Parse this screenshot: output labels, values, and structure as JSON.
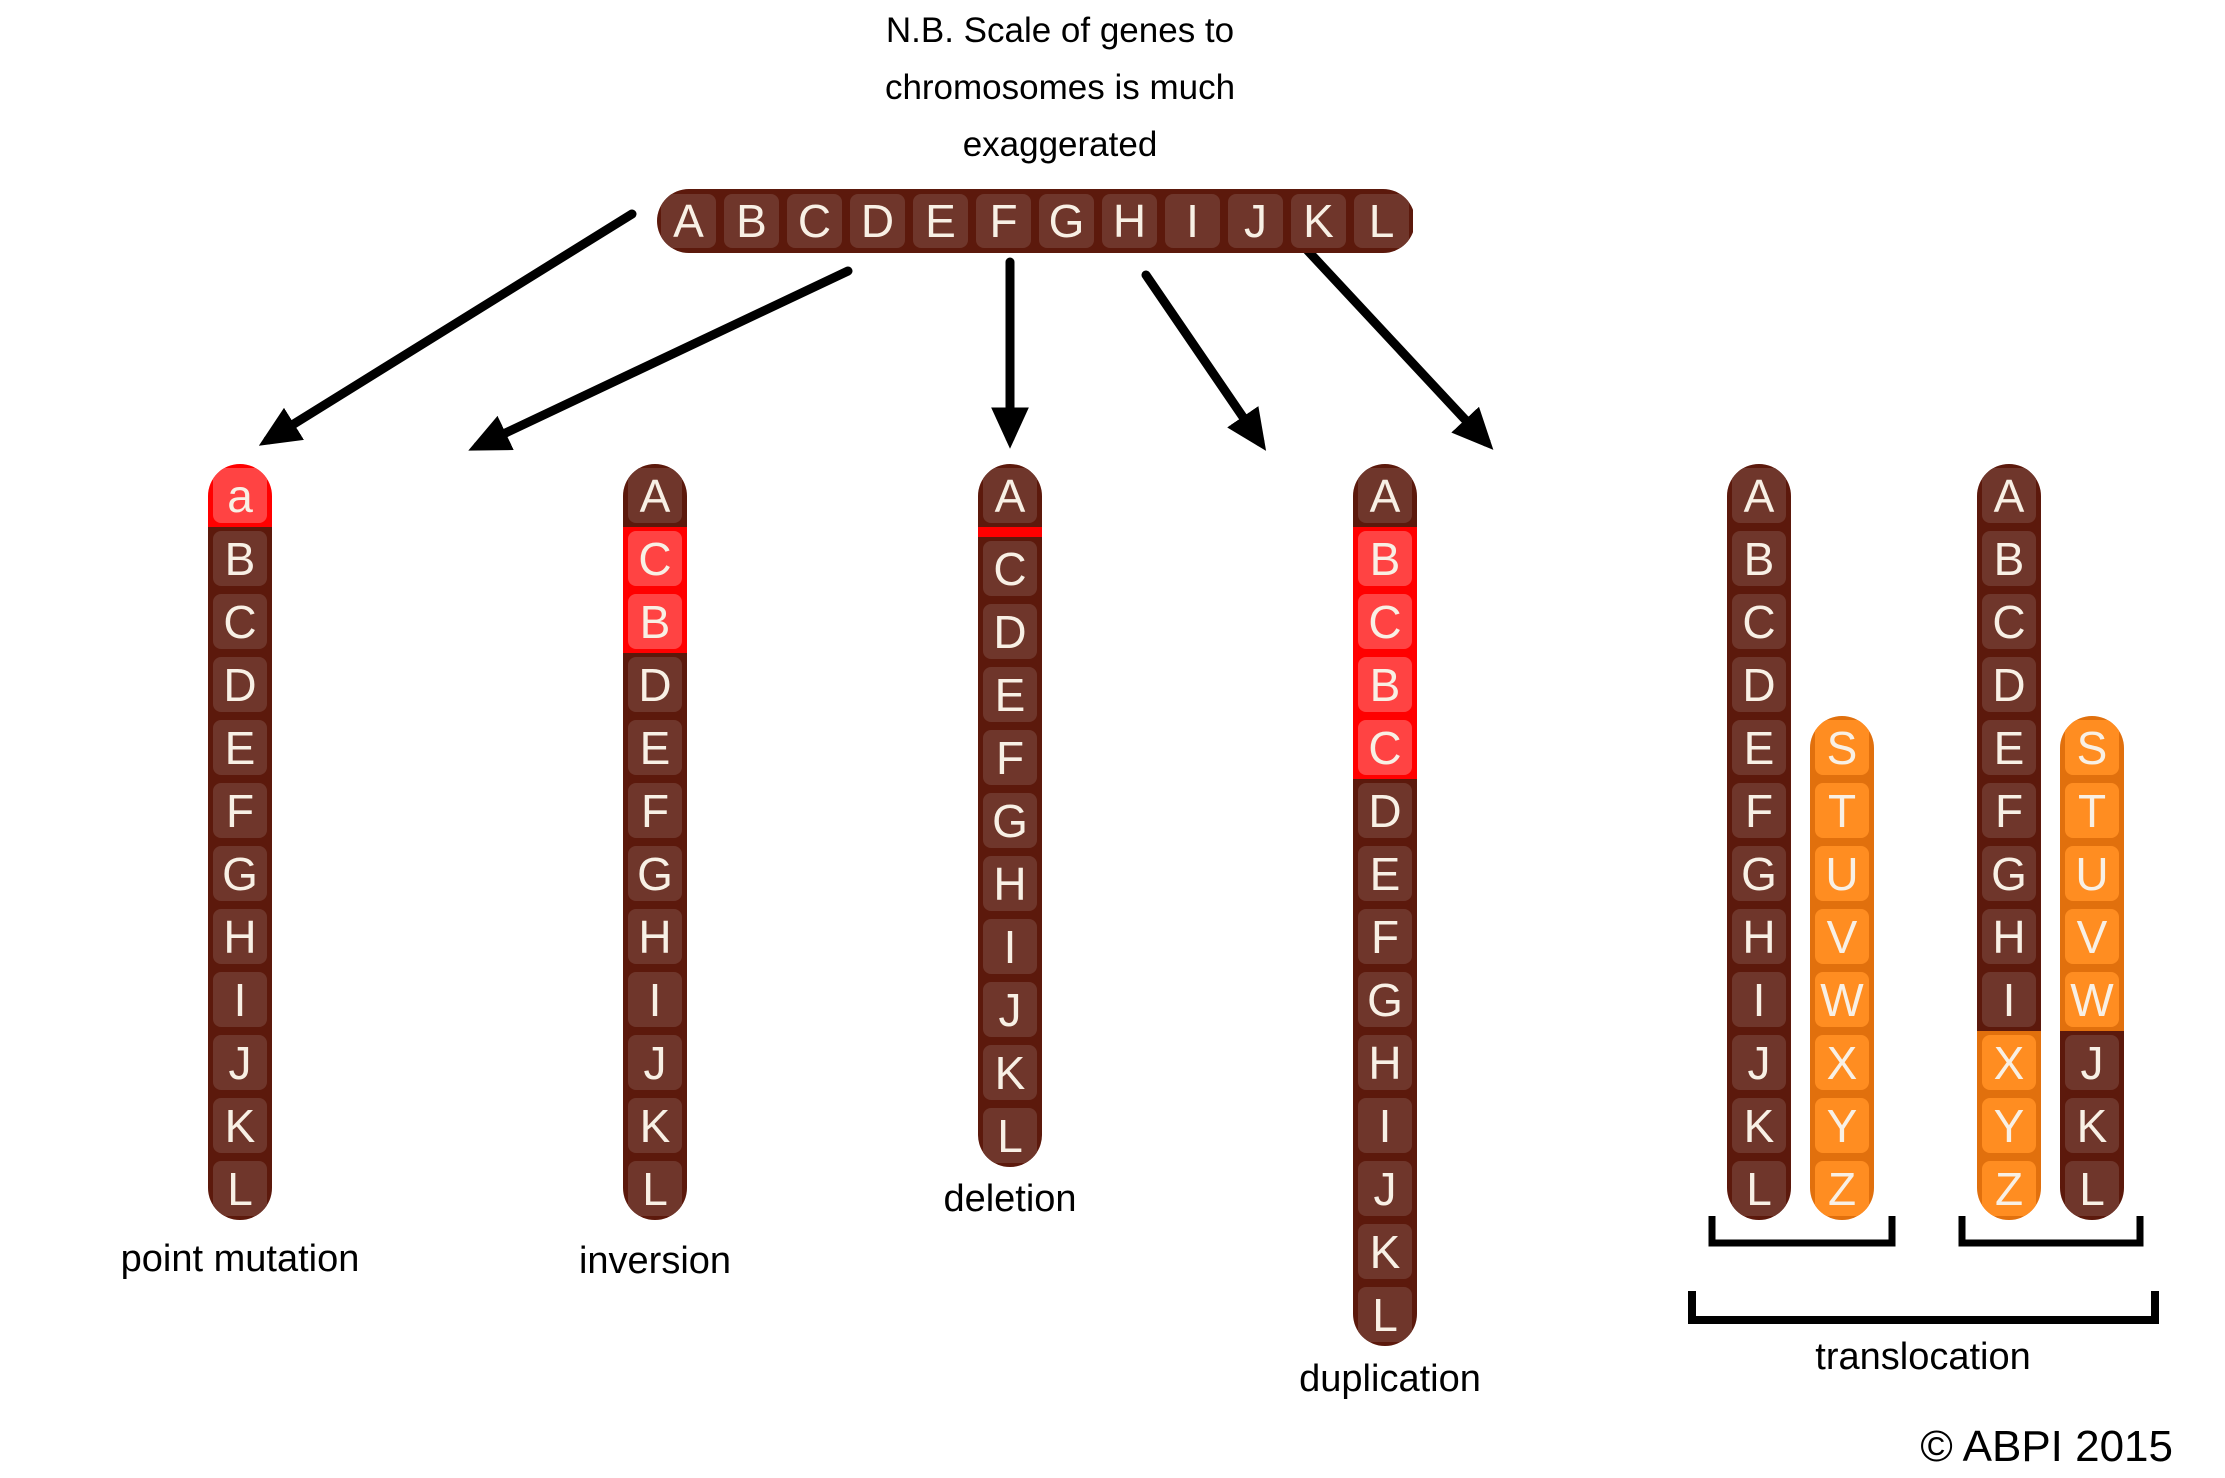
{
  "title": {
    "lines": [
      "N.B. Scale of genes to",
      "chromosomes is much",
      "exaggerated"
    ]
  },
  "colors": {
    "dark_band": "#5C190C",
    "dark_fill": "#6F362B",
    "red_band": "#FF0000",
    "red_fill": "#FF4343",
    "orange_band": "#E1700D",
    "orange_fill": "#FF8D21",
    "letter": "#F8F0E5"
  },
  "source_chromosome": {
    "segments": [
      {
        "g": "A",
        "c": "dark"
      },
      {
        "g": "B",
        "c": "dark"
      },
      {
        "g": "C",
        "c": "dark"
      },
      {
        "g": "D",
        "c": "dark"
      },
      {
        "g": "E",
        "c": "dark"
      },
      {
        "g": "F",
        "c": "dark"
      },
      {
        "g": "G",
        "c": "dark"
      },
      {
        "g": "H",
        "c": "dark"
      },
      {
        "g": "I",
        "c": "dark"
      },
      {
        "g": "J",
        "c": "dark"
      },
      {
        "g": "K",
        "c": "dark"
      },
      {
        "g": "L",
        "c": "dark"
      }
    ]
  },
  "mutations": [
    {
      "label": "point mutation",
      "segments": [
        {
          "g": "a",
          "c": "red"
        },
        {
          "g": "B",
          "c": "dark"
        },
        {
          "g": "C",
          "c": "dark"
        },
        {
          "g": "D",
          "c": "dark"
        },
        {
          "g": "E",
          "c": "dark"
        },
        {
          "g": "F",
          "c": "dark"
        },
        {
          "g": "G",
          "c": "dark"
        },
        {
          "g": "H",
          "c": "dark"
        },
        {
          "g": "I",
          "c": "dark"
        },
        {
          "g": "J",
          "c": "dark"
        },
        {
          "g": "K",
          "c": "dark"
        },
        {
          "g": "L",
          "c": "dark"
        }
      ]
    },
    {
      "label": "inversion",
      "segments": [
        {
          "g": "A",
          "c": "dark"
        },
        {
          "g": "C",
          "c": "red"
        },
        {
          "g": "B",
          "c": "red"
        },
        {
          "g": "D",
          "c": "dark"
        },
        {
          "g": "E",
          "c": "dark"
        },
        {
          "g": "F",
          "c": "dark"
        },
        {
          "g": "G",
          "c": "dark"
        },
        {
          "g": "H",
          "c": "dark"
        },
        {
          "g": "I",
          "c": "dark"
        },
        {
          "g": "J",
          "c": "dark"
        },
        {
          "g": "K",
          "c": "dark"
        },
        {
          "g": "L",
          "c": "dark"
        }
      ]
    },
    {
      "label": "deletion",
      "segments": [
        {
          "g": "A",
          "c": "dark"
        },
        {
          "c": "line"
        },
        {
          "g": "C",
          "c": "dark"
        },
        {
          "g": "D",
          "c": "dark"
        },
        {
          "g": "E",
          "c": "dark"
        },
        {
          "g": "F",
          "c": "dark"
        },
        {
          "g": "G",
          "c": "dark"
        },
        {
          "g": "H",
          "c": "dark"
        },
        {
          "g": "I",
          "c": "dark"
        },
        {
          "g": "J",
          "c": "dark"
        },
        {
          "g": "K",
          "c": "dark"
        },
        {
          "g": "L",
          "c": "dark"
        }
      ]
    },
    {
      "label": "duplication",
      "segments": [
        {
          "g": "A",
          "c": "dark"
        },
        {
          "g": "B",
          "c": "red"
        },
        {
          "g": "C",
          "c": "red"
        },
        {
          "g": "B",
          "c": "red"
        },
        {
          "g": "C",
          "c": "red"
        },
        {
          "g": "D",
          "c": "dark"
        },
        {
          "g": "E",
          "c": "dark"
        },
        {
          "g": "F",
          "c": "dark"
        },
        {
          "g": "G",
          "c": "dark"
        },
        {
          "g": "H",
          "c": "dark"
        },
        {
          "g": "I",
          "c": "dark"
        },
        {
          "g": "J",
          "c": "dark"
        },
        {
          "g": "K",
          "c": "dark"
        },
        {
          "g": "L",
          "c": "dark"
        }
      ]
    }
  ],
  "translocation": {
    "label": "translocation",
    "pair1_left": {
      "segments": [
        {
          "g": "A",
          "c": "dark"
        },
        {
          "g": "B",
          "c": "dark"
        },
        {
          "g": "C",
          "c": "dark"
        },
        {
          "g": "D",
          "c": "dark"
        },
        {
          "g": "E",
          "c": "dark"
        },
        {
          "g": "F",
          "c": "dark"
        },
        {
          "g": "G",
          "c": "dark"
        },
        {
          "g": "H",
          "c": "dark"
        },
        {
          "g": "I",
          "c": "dark"
        },
        {
          "g": "J",
          "c": "dark"
        },
        {
          "g": "K",
          "c": "dark"
        },
        {
          "g": "L",
          "c": "dark"
        }
      ]
    },
    "pair1_right": {
      "segments": [
        {
          "g": "S",
          "c": "orange"
        },
        {
          "g": "T",
          "c": "orange"
        },
        {
          "g": "U",
          "c": "orange"
        },
        {
          "g": "V",
          "c": "orange"
        },
        {
          "g": "W",
          "c": "orange"
        },
        {
          "g": "X",
          "c": "orange"
        },
        {
          "g": "Y",
          "c": "orange"
        },
        {
          "g": "Z",
          "c": "orange"
        }
      ]
    },
    "pair2_left": {
      "segments": [
        {
          "g": "A",
          "c": "dark"
        },
        {
          "g": "B",
          "c": "dark"
        },
        {
          "g": "C",
          "c": "dark"
        },
        {
          "g": "D",
          "c": "dark"
        },
        {
          "g": "E",
          "c": "dark"
        },
        {
          "g": "F",
          "c": "dark"
        },
        {
          "g": "G",
          "c": "dark"
        },
        {
          "g": "H",
          "c": "dark"
        },
        {
          "g": "I",
          "c": "dark"
        },
        {
          "g": "X",
          "c": "orange"
        },
        {
          "g": "Y",
          "c": "orange"
        },
        {
          "g": "Z",
          "c": "orange"
        }
      ]
    },
    "pair2_right": {
      "segments": [
        {
          "g": "S",
          "c": "orange"
        },
        {
          "g": "T",
          "c": "orange"
        },
        {
          "g": "U",
          "c": "orange"
        },
        {
          "g": "V",
          "c": "orange"
        },
        {
          "g": "W",
          "c": "orange"
        },
        {
          "g": "J",
          "c": "dark"
        },
        {
          "g": "K",
          "c": "dark"
        },
        {
          "g": "L",
          "c": "dark"
        }
      ]
    }
  },
  "copyright": "© ABPI 2015"
}
